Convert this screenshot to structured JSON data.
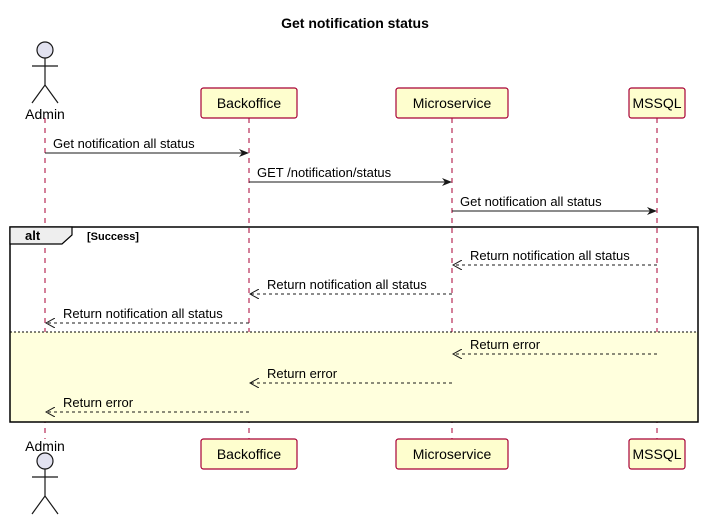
{
  "title": "Get notification status",
  "participants": [
    {
      "id": "admin",
      "label": "Admin",
      "kind": "actor"
    },
    {
      "id": "backoffice",
      "label": "Backoffice",
      "kind": "participant"
    },
    {
      "id": "microservice",
      "label": "Microservice",
      "kind": "participant"
    },
    {
      "id": "mssql",
      "label": "MSSQL",
      "kind": "participant"
    }
  ],
  "messages": [
    {
      "from": "admin",
      "to": "backoffice",
      "label": "Get notification all status",
      "style": "solid"
    },
    {
      "from": "backoffice",
      "to": "microservice",
      "label": "GET /notification/status",
      "style": "solid"
    },
    {
      "from": "microservice",
      "to": "mssql",
      "label": "Get notification all status",
      "style": "solid"
    }
  ],
  "alt": {
    "label": "alt",
    "sections": [
      {
        "condition": "[Success]",
        "messages": [
          {
            "from": "mssql",
            "to": "microservice",
            "label": "Return notification all status",
            "style": "dashed"
          },
          {
            "from": "microservice",
            "to": "backoffice",
            "label": "Return notification all status",
            "style": "dashed"
          },
          {
            "from": "backoffice",
            "to": "admin",
            "label": "Return notification all status",
            "style": "dashed"
          }
        ]
      },
      {
        "condition": "",
        "messages": [
          {
            "from": "mssql",
            "to": "microservice",
            "label": "Return error",
            "style": "dashed"
          },
          {
            "from": "microservice",
            "to": "backoffice",
            "label": "Return error",
            "style": "dashed"
          },
          {
            "from": "backoffice",
            "to": "admin",
            "label": "Return error",
            "style": "dashed"
          }
        ]
      }
    ]
  },
  "colors": {
    "participant_fill": "#FEFECE",
    "participant_border": "#A80036",
    "lifeline": "#A80036",
    "else_fill": "#FFFFDD",
    "actor_fill": "#E2E2F0",
    "actor_stroke": "#181818",
    "arrow": "#181818"
  }
}
